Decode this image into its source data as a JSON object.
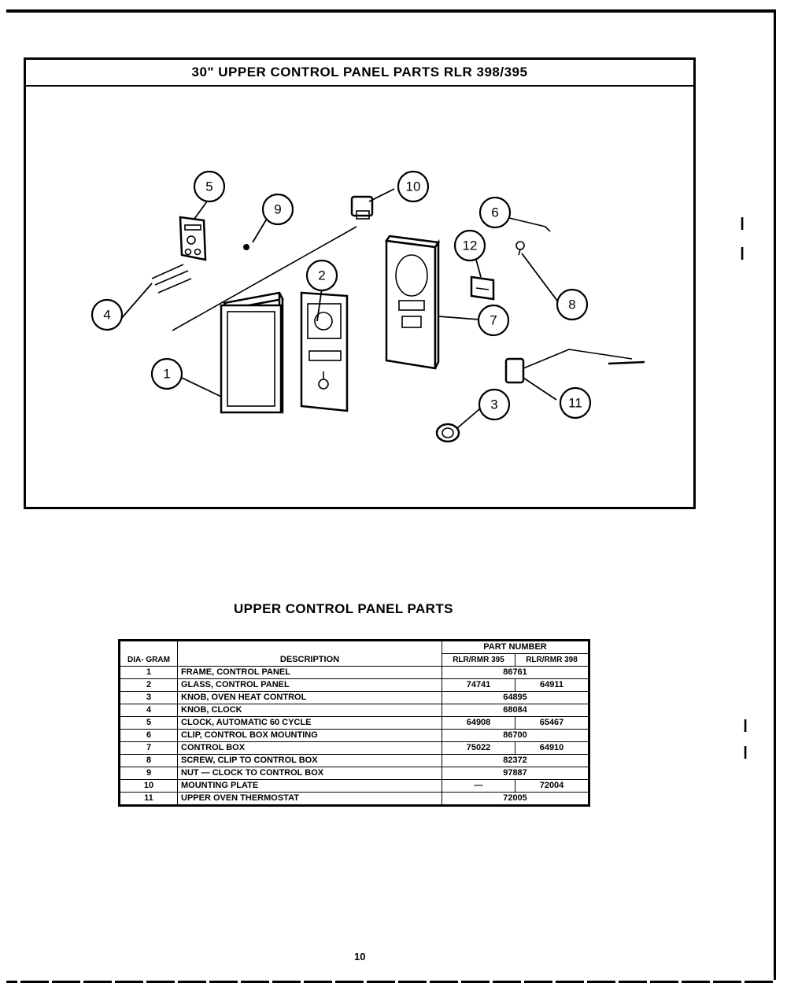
{
  "diagram": {
    "title": "30\" UPPER CONTROL PANEL PARTS RLR 398/395",
    "callouts": [
      "1",
      "2",
      "3",
      "4",
      "5",
      "6",
      "7",
      "8",
      "9",
      "10",
      "11",
      "12"
    ]
  },
  "table": {
    "heading": "UPPER CONTROL PANEL PARTS",
    "headers": {
      "diagram": "DIA- GRAM",
      "description": "DESCRIPTION",
      "part_number": "PART NUMBER",
      "model_a": "RLR/RMR 395",
      "model_b": "RLR/RMR 398"
    },
    "rows": [
      {
        "diagram": "1",
        "description": "FRAME, CONTROL PANEL",
        "shared": "86761"
      },
      {
        "diagram": "2",
        "description": "GLASS, CONTROL PANEL",
        "a": "74741",
        "b": "64911"
      },
      {
        "diagram": "3",
        "description": "KNOB, OVEN HEAT CONTROL",
        "shared": "64895"
      },
      {
        "diagram": "4",
        "description": "KNOB, CLOCK",
        "shared": "68084"
      },
      {
        "diagram": "5",
        "description": "CLOCK, AUTOMATIC   60 CYCLE",
        "a": "64908",
        "b": "65467"
      },
      {
        "diagram": "6",
        "description": "CLIP, CONTROL BOX MOUNTING",
        "shared": "86700"
      },
      {
        "diagram": "7",
        "description": "CONTROL BOX",
        "a": "75022",
        "b": "64910"
      },
      {
        "diagram": "8",
        "description": "SCREW, CLIP TO CONTROL BOX",
        "shared": "82372"
      },
      {
        "diagram": "9",
        "description": "NUT — CLOCK TO CONTROL BOX",
        "shared": "97887"
      },
      {
        "diagram": "10",
        "description": "MOUNTING PLATE",
        "a": "—",
        "b": "72004"
      },
      {
        "diagram": "11",
        "description": "UPPER OVEN THERMOSTAT",
        "shared": "72005"
      }
    ]
  },
  "page_number": "10"
}
